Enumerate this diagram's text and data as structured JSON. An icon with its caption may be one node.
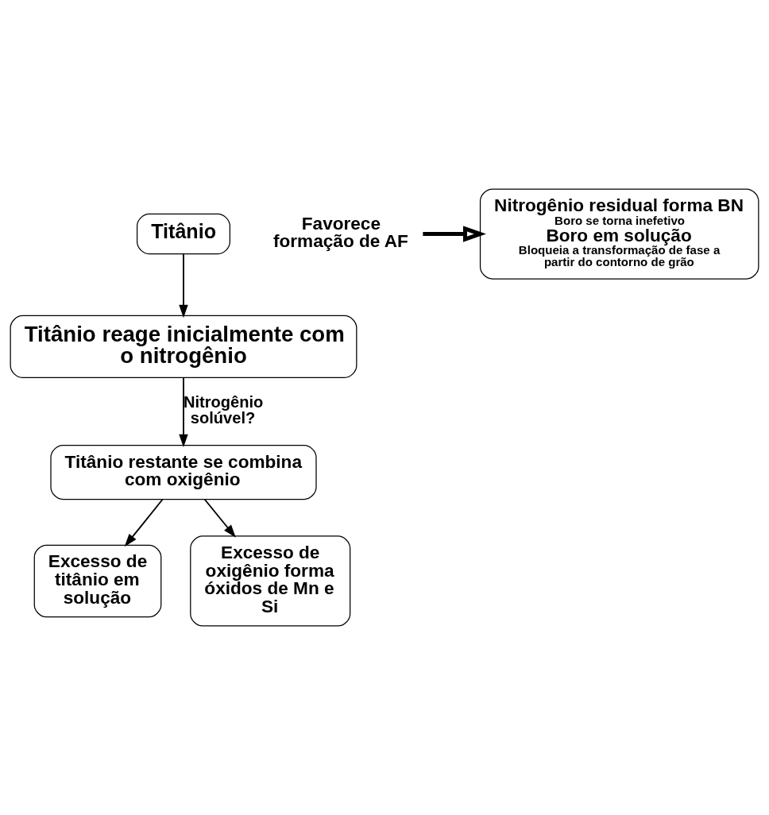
{
  "diagram": {
    "nodes": [
      {
        "text": [
          "Titânio"
        ]
      },
      {
        "text": [
          "Titânio reage inicialmente com o nitrogênio"
        ]
      },
      {
        "text": [
          "Titânio restante se combina com oxigênio"
        ]
      },
      {
        "text": [
          "Excesso de titânio em solução"
        ]
      },
      {
        "text": [
          "Excesso de oxigênio forma óxidos de Mn e Si"
        ]
      },
      {
        "text": [
          "Nitrogênio residual forma BN",
          "Boro se torna inefetivo",
          "Boro em solução",
          "Bloqueia a transformação de fase a partir do contorno de grão"
        ]
      },
      {
        "text": [
          "Favorece formação de AF"
        ]
      }
    ],
    "edges": [
      {
        "from": 0,
        "to": 1,
        "arrow": "to"
      },
      {
        "from": 1,
        "to": 2,
        "arrow": "to",
        "label": "Nitrogênio solúvel?"
      },
      {
        "from": 2,
        "to": 3,
        "arrow": "to"
      },
      {
        "from": 2,
        "to": 4,
        "arrow": "to"
      },
      {
        "from": 6,
        "to": 5,
        "arrow": "to",
        "style": "thick"
      }
    ]
  }
}
